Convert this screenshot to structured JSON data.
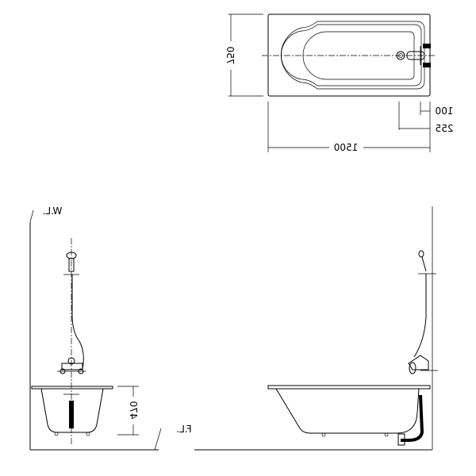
{
  "drawing": {
    "plan_view": {
      "width_dim": "750",
      "length_dim": "1500",
      "drain_offset_dim": "100",
      "faucet_offset_dim": "255"
    },
    "end_elevation": {
      "wall_label": "W.L.",
      "height_dim": "470",
      "floor_label": "F.L."
    },
    "mirrored": true
  }
}
